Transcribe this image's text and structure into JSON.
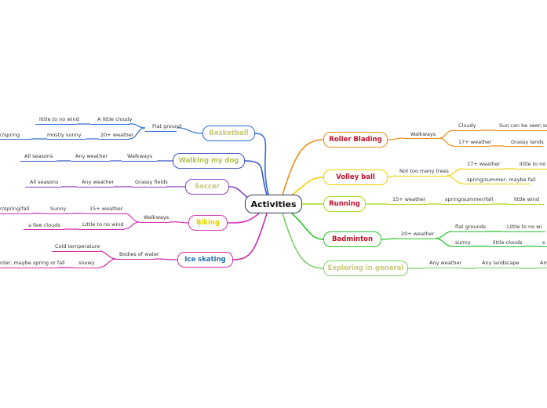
{
  "central": "Activities",
  "colors": {
    "basketball": "#2f6fd6",
    "walking": "#3b55c4",
    "soccer": "#8a3fc8",
    "biking": "#d334b6",
    "iceskating": "#d32ca8",
    "rollerblading": "#f08c1c",
    "volleyball": "#f0d000",
    "running": "#a9d81e",
    "badminton": "#2cc52a",
    "exploring": "#7bd06a"
  },
  "topics": {
    "basketball": "Basketball",
    "walking": "Walking my dog",
    "soccer": "Soccer",
    "biking": "Biking",
    "iceskating": "Ice skating",
    "rollerblading": "Roller Blading",
    "volleyball": "Volley ball",
    "running": "Running",
    "badminton": "Badminton",
    "exploring": "Exploring in general"
  },
  "labels": {
    "bb_flat": "Flat ground",
    "bb_cloudy": "A little cloudy",
    "bb_wind": "little to no wind",
    "bb_20": "20+ weather",
    "bb_sunny": "mostly sunny",
    "bb_season": "r/spring",
    "wd_walk": "Walkways",
    "wd_weather": "Any weather",
    "wd_seasons": "All seasons",
    "sc_grassy": "Grassy fields",
    "sc_weather": "Any weather",
    "sc_seasons": "All seasons",
    "bk_walk": "Walkways",
    "bk_15": "15+ weather",
    "bk_sunny": "Sunny",
    "bk_season": "r/spring/fall",
    "bk_wind": "Little to no wind",
    "bk_clouds": "a few clouds",
    "is_water": "Bodies of water",
    "is_cold": "Cold temperature",
    "is_snowy": "snowy",
    "is_season": "nter, maybe spring or fall",
    "rb_walk": "Walkways",
    "rb_cloudy": "Cloudy",
    "rb_sun": "Sun can be seen some",
    "rb_17": "17+ weather",
    "rb_grassy": "Grassy lands",
    "vb_trees": "Not too many trees",
    "vb_17": "17+ weather",
    "vb_wind": "little to no w",
    "vb_season": "spring/summer, maybe fall",
    "rn_15": "15+ weather",
    "rn_season": "spring/summer/fall",
    "rn_wind": "little wind",
    "bd_20": "20+ weather",
    "bd_flat": "flat grounds",
    "bd_wind": "Little to no wi",
    "bd_sunny": "sunny",
    "bd_clouds": "little clouds",
    "bd_s": "s",
    "ex_weather": "Any weather",
    "ex_land": "Any landscape",
    "ex_am": "Am"
  }
}
